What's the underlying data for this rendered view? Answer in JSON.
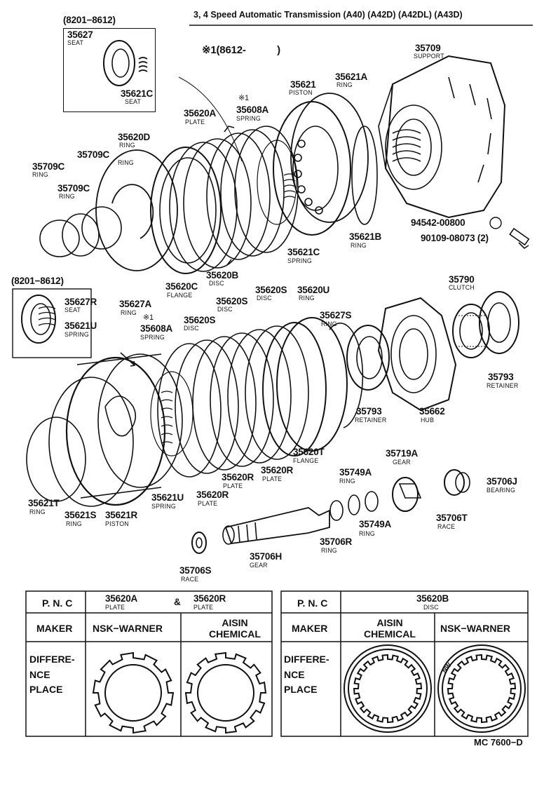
{
  "title": "3, 4 Speed Automatic Transmission (A40) (A42D) (A42DL) (A43D)",
  "note_top": "※1(8612-　　　)",
  "inset_top": {
    "range": "(8201−8612)",
    "a_num": "35627",
    "a_sub": "SEAT",
    "b_num": "35621C",
    "b_sub": "SEAT"
  },
  "inset_mid": {
    "range": "(8201−8612)",
    "a_num": "35627R",
    "a_sub": "SEAT",
    "b_num": "35621U",
    "b_sub": "SPRING"
  },
  "parts": [
    {
      "num": "35709",
      "sub": "SUPPORT"
    },
    {
      "num": "35621A",
      "sub": "RING"
    },
    {
      "num": "35621",
      "sub": "PISTON"
    },
    {
      "num": "※1",
      "sub": ""
    },
    {
      "num": "35608A",
      "sub": "SPRING"
    },
    {
      "num": "35620A",
      "sub": "PLATE"
    },
    {
      "num": "35620D",
      "sub": "RING"
    },
    {
      "num": "35709C",
      "sub": "RING"
    },
    {
      "num": "35709C",
      "sub": "RING"
    },
    {
      "num": "35709C",
      "sub": "RING"
    },
    {
      "num": "94542-00800",
      "sub": ""
    },
    {
      "num": "90109-08073 (2)",
      "sub": ""
    },
    {
      "num": "35621B",
      "sub": "RING"
    },
    {
      "num": "35621C",
      "sub": "SPRING"
    },
    {
      "num": "35620B",
      "sub": "DISC"
    },
    {
      "num": "35620C",
      "sub": "FLANGE"
    },
    {
      "num": "35627A",
      "sub": "RING"
    },
    {
      "num": "35620S",
      "sub": "DISC"
    },
    {
      "num": "35620U",
      "sub": "RING"
    },
    {
      "num": "35620S",
      "sub": "DISC"
    },
    {
      "num": "35627S",
      "sub": "RING"
    },
    {
      "num": "35790",
      "sub": "CLUTCH"
    },
    {
      "num": "※1",
      "sub": ""
    },
    {
      "num": "35608A",
      "sub": "SPRING"
    },
    {
      "num": "35620S",
      "sub": "DISC"
    },
    {
      "num": "35793",
      "sub": "RETAINER"
    },
    {
      "num": "35793",
      "sub": "RETAINER"
    },
    {
      "num": "35662",
      "sub": "HUB"
    },
    {
      "num": "35620T",
      "sub": "FLANGE"
    },
    {
      "num": "35719A",
      "sub": "GEAR"
    },
    {
      "num": "35749A",
      "sub": "RING"
    },
    {
      "num": "35706J",
      "sub": "BEARING"
    },
    {
      "num": "35620R",
      "sub": "PLATE"
    },
    {
      "num": "35620R",
      "sub": "PLATE"
    },
    {
      "num": "35620R",
      "sub": "PLATE"
    },
    {
      "num": "35621U",
      "sub": "SPRING"
    },
    {
      "num": "35621T",
      "sub": "RING"
    },
    {
      "num": "35621S",
      "sub": "RING"
    },
    {
      "num": "35621R",
      "sub": "PISTON"
    },
    {
      "num": "35749A",
      "sub": "RING"
    },
    {
      "num": "35706T",
      "sub": "RACE"
    },
    {
      "num": "35706R",
      "sub": "RING"
    },
    {
      "num": "35706H",
      "sub": "GEAR"
    },
    {
      "num": "35706S",
      "sub": "RACE"
    }
  ],
  "table_left": {
    "pnc": "P. N. C",
    "part_a": "35620A",
    "part_a_sub": "PLATE",
    "amp": "&",
    "part_b": "35620R",
    "part_b_sub": "PLATE",
    "maker": "MAKER",
    "maker_1": "NSK−WARNER",
    "maker_2": "AISIN CHEMICAL",
    "diff": "DIFFERE-\nNCE\nPLACE"
  },
  "table_right": {
    "pnc": "P. N. C",
    "part": "35620B",
    "part_sub": "DISC",
    "maker": "MAKER",
    "maker_1": "AISIN CHEMICAL",
    "maker_2": "NSK−WARNER",
    "diff": "DIFFERE-\nNCE\nPLACE",
    "mark": "NW"
  },
  "footer_code": "MC 7600−D"
}
